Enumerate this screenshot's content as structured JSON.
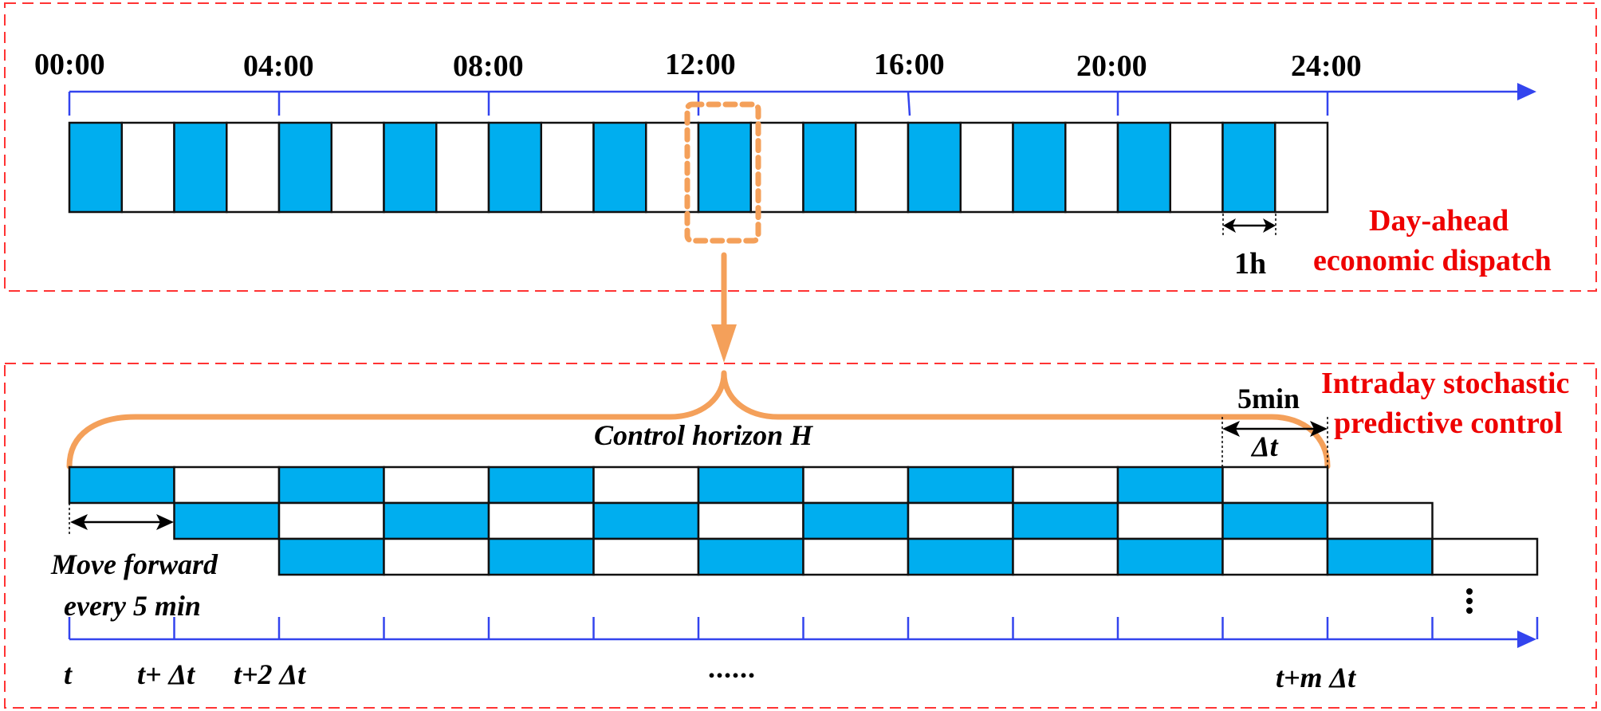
{
  "colors": {
    "block_fill": "#00AEEF",
    "block_empty": "#FFFFFF",
    "block_stroke": "#111111",
    "axis": "#3344EE",
    "panel_border": "#FF3333",
    "highlight": "#F4A05A",
    "label_red": "#EE0000",
    "text": "#000000"
  },
  "day_ahead": {
    "title_line1": "Day-ahead",
    "title_line2": "economic dispatch",
    "time_labels": [
      "00:00",
      "04:00",
      "08:00",
      "12:00",
      "16:00",
      "20:00",
      "24:00"
    ],
    "slot_count": 24,
    "slot_pattern": "alternating, starting filled",
    "slot_width_label": "1h",
    "highlighted_slot_index": 12
  },
  "intraday": {
    "title_line1": "Intraday stochastic",
    "title_line2": "predictive control",
    "horizon_label": "Control horizon H",
    "step_label_top": "5min",
    "step_label_bottom": "Δt",
    "move_label_line1": "Move forward",
    "move_label_line2": "every 5 min",
    "rows": [
      {
        "offset": 0,
        "cells": 12,
        "first_filled": true
      },
      {
        "offset": 1,
        "cells": 12,
        "first_filled": true
      },
      {
        "offset": 2,
        "cells": 12,
        "first_filled": true
      }
    ],
    "continuation_vertical": "⋮",
    "axis_labels": {
      "t0": "t",
      "t1": "t+ Δt",
      "t2": "t+2 Δt",
      "ellipsis": "......",
      "tm": "t+m Δt"
    }
  }
}
